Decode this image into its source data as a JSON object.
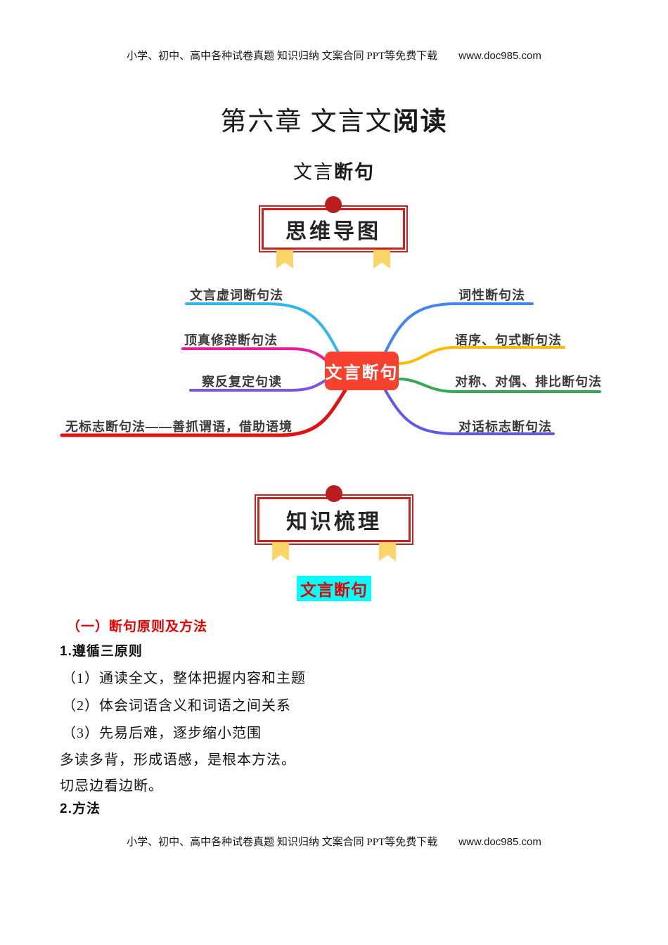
{
  "header": {
    "text": "小学、初中、高中各种试卷真题 知识归纳 文案合同 PPT等免费下载",
    "url": "www.doc985.com"
  },
  "footer": {
    "text": "小学、初中、高中各种试卷真题 知识归纳 文案合同 PPT等免费下载",
    "url": "www.doc985.com"
  },
  "title": {
    "part1": "第六章 文言文",
    "part2": "阅读"
  },
  "subtitle": {
    "part1": "文言",
    "part2": "断句"
  },
  "stamps": {
    "mindmap_label": "思维导图",
    "knowledge_label": "知识梳理"
  },
  "colors": {
    "stamp_red": "#c5231f",
    "stamp_dot_red": "#b91d1d",
    "ribbon_yellow": "#fbd46a",
    "highlight_bg": "#00ffff",
    "highlight_fg": "#e60000",
    "heading_red": "#e60000"
  },
  "mindmap": {
    "center": {
      "label": "文言断句",
      "color": "#f5412d"
    },
    "left": [
      {
        "label": "文言虚词断句法",
        "color": "#30b5f2"
      },
      {
        "label": "顶真修辞断句法",
        "color": "#ea1a9c"
      },
      {
        "label": "察反复定句读",
        "color": "#7a55e2"
      },
      {
        "label": "无标志断句法——善抓谓语，借助语境",
        "color": "#e01212"
      }
    ],
    "right": [
      {
        "label": "词性断句法",
        "color": "#4286f5"
      },
      {
        "label": "语序、句式断句法",
        "color": "#fbbc04"
      },
      {
        "label": "对称、对偶、排比断句法",
        "color": "#34a853"
      },
      {
        "label": "对话标志断句法",
        "color": "#5b5be4"
      }
    ]
  },
  "knowledge": {
    "highlight": "文言断句",
    "section_heading": "（一）断句原则及方法",
    "sub1": "1.遵循三原则",
    "items": [
      "（1）通读全文，整体把握内容和主题",
      "（2）体会词语含义和词语之间关系",
      "（3）先易后难，逐步缩小范围"
    ],
    "note1": "多读多背，形成语感，是根本方法。",
    "note2": "切忌边看边断。",
    "sub2": "2.方法"
  }
}
